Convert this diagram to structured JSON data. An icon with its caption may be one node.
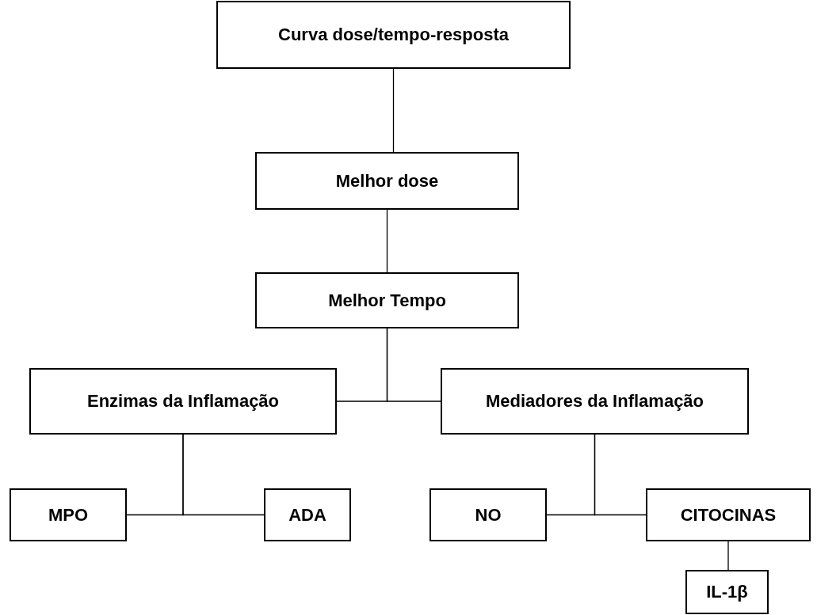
{
  "diagram": {
    "nodes": [
      {
        "text": [
          "Curva dose/tempo-resposta"
        ]
      },
      {
        "text": [
          "Melhor dose"
        ]
      },
      {
        "text": [
          "Melhor Tempo"
        ]
      },
      {
        "text": [
          "Enzimas da Inflamação"
        ]
      },
      {
        "text": [
          "Mediadores da Inflamação"
        ]
      },
      {
        "text": [
          "MPO"
        ]
      },
      {
        "text": [
          "ADA"
        ]
      },
      {
        "text": [
          "NO"
        ]
      },
      {
        "text": [
          "CITOCINAS"
        ]
      },
      {
        "text": [
          "IL-1β"
        ]
      }
    ],
    "edges": [
      {
        "from": 0,
        "to": 1,
        "arrow": "none"
      },
      {
        "from": 1,
        "to": 2,
        "arrow": "none"
      },
      {
        "from": 2,
        "to": 3,
        "arrow": "none"
      },
      {
        "from": 2,
        "to": 4,
        "arrow": "none"
      },
      {
        "from": 3,
        "to": 5,
        "arrow": "none"
      },
      {
        "from": 3,
        "to": 6,
        "arrow": "none"
      },
      {
        "from": 4,
        "to": 7,
        "arrow": "none"
      },
      {
        "from": 4,
        "to": 8,
        "arrow": "none"
      },
      {
        "from": 8,
        "to": 9,
        "arrow": "none"
      }
    ]
  }
}
